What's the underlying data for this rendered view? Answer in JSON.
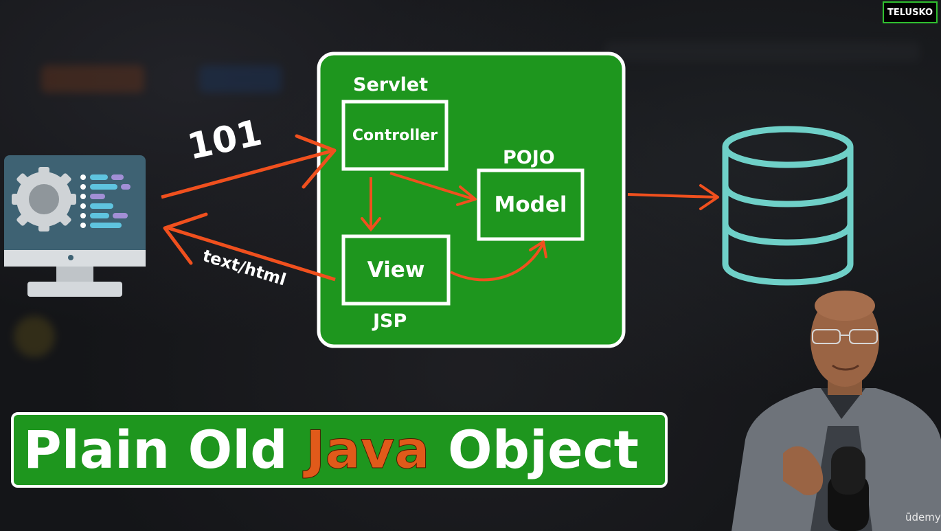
{
  "brand": {
    "channel_logo": "TELUSKO",
    "platform_logo": "ūdemy"
  },
  "diagram": {
    "container_label": "Servlet",
    "controller": "Controller",
    "model": "Model",
    "model_caption": "POJO",
    "view": "View",
    "view_caption": "JSP",
    "request_label": "101",
    "response_label": "text/html"
  },
  "banner": {
    "part1": "Plain Old ",
    "highlight": "Java",
    "part2": " Object"
  },
  "colors": {
    "green": "#1e961e",
    "arrow": "#f0501e",
    "db": "#6fd0c8",
    "highlight": "#e05a1a"
  },
  "icons": [
    "computer-icon",
    "gear-icon",
    "database-icon",
    "presenter-photo"
  ]
}
